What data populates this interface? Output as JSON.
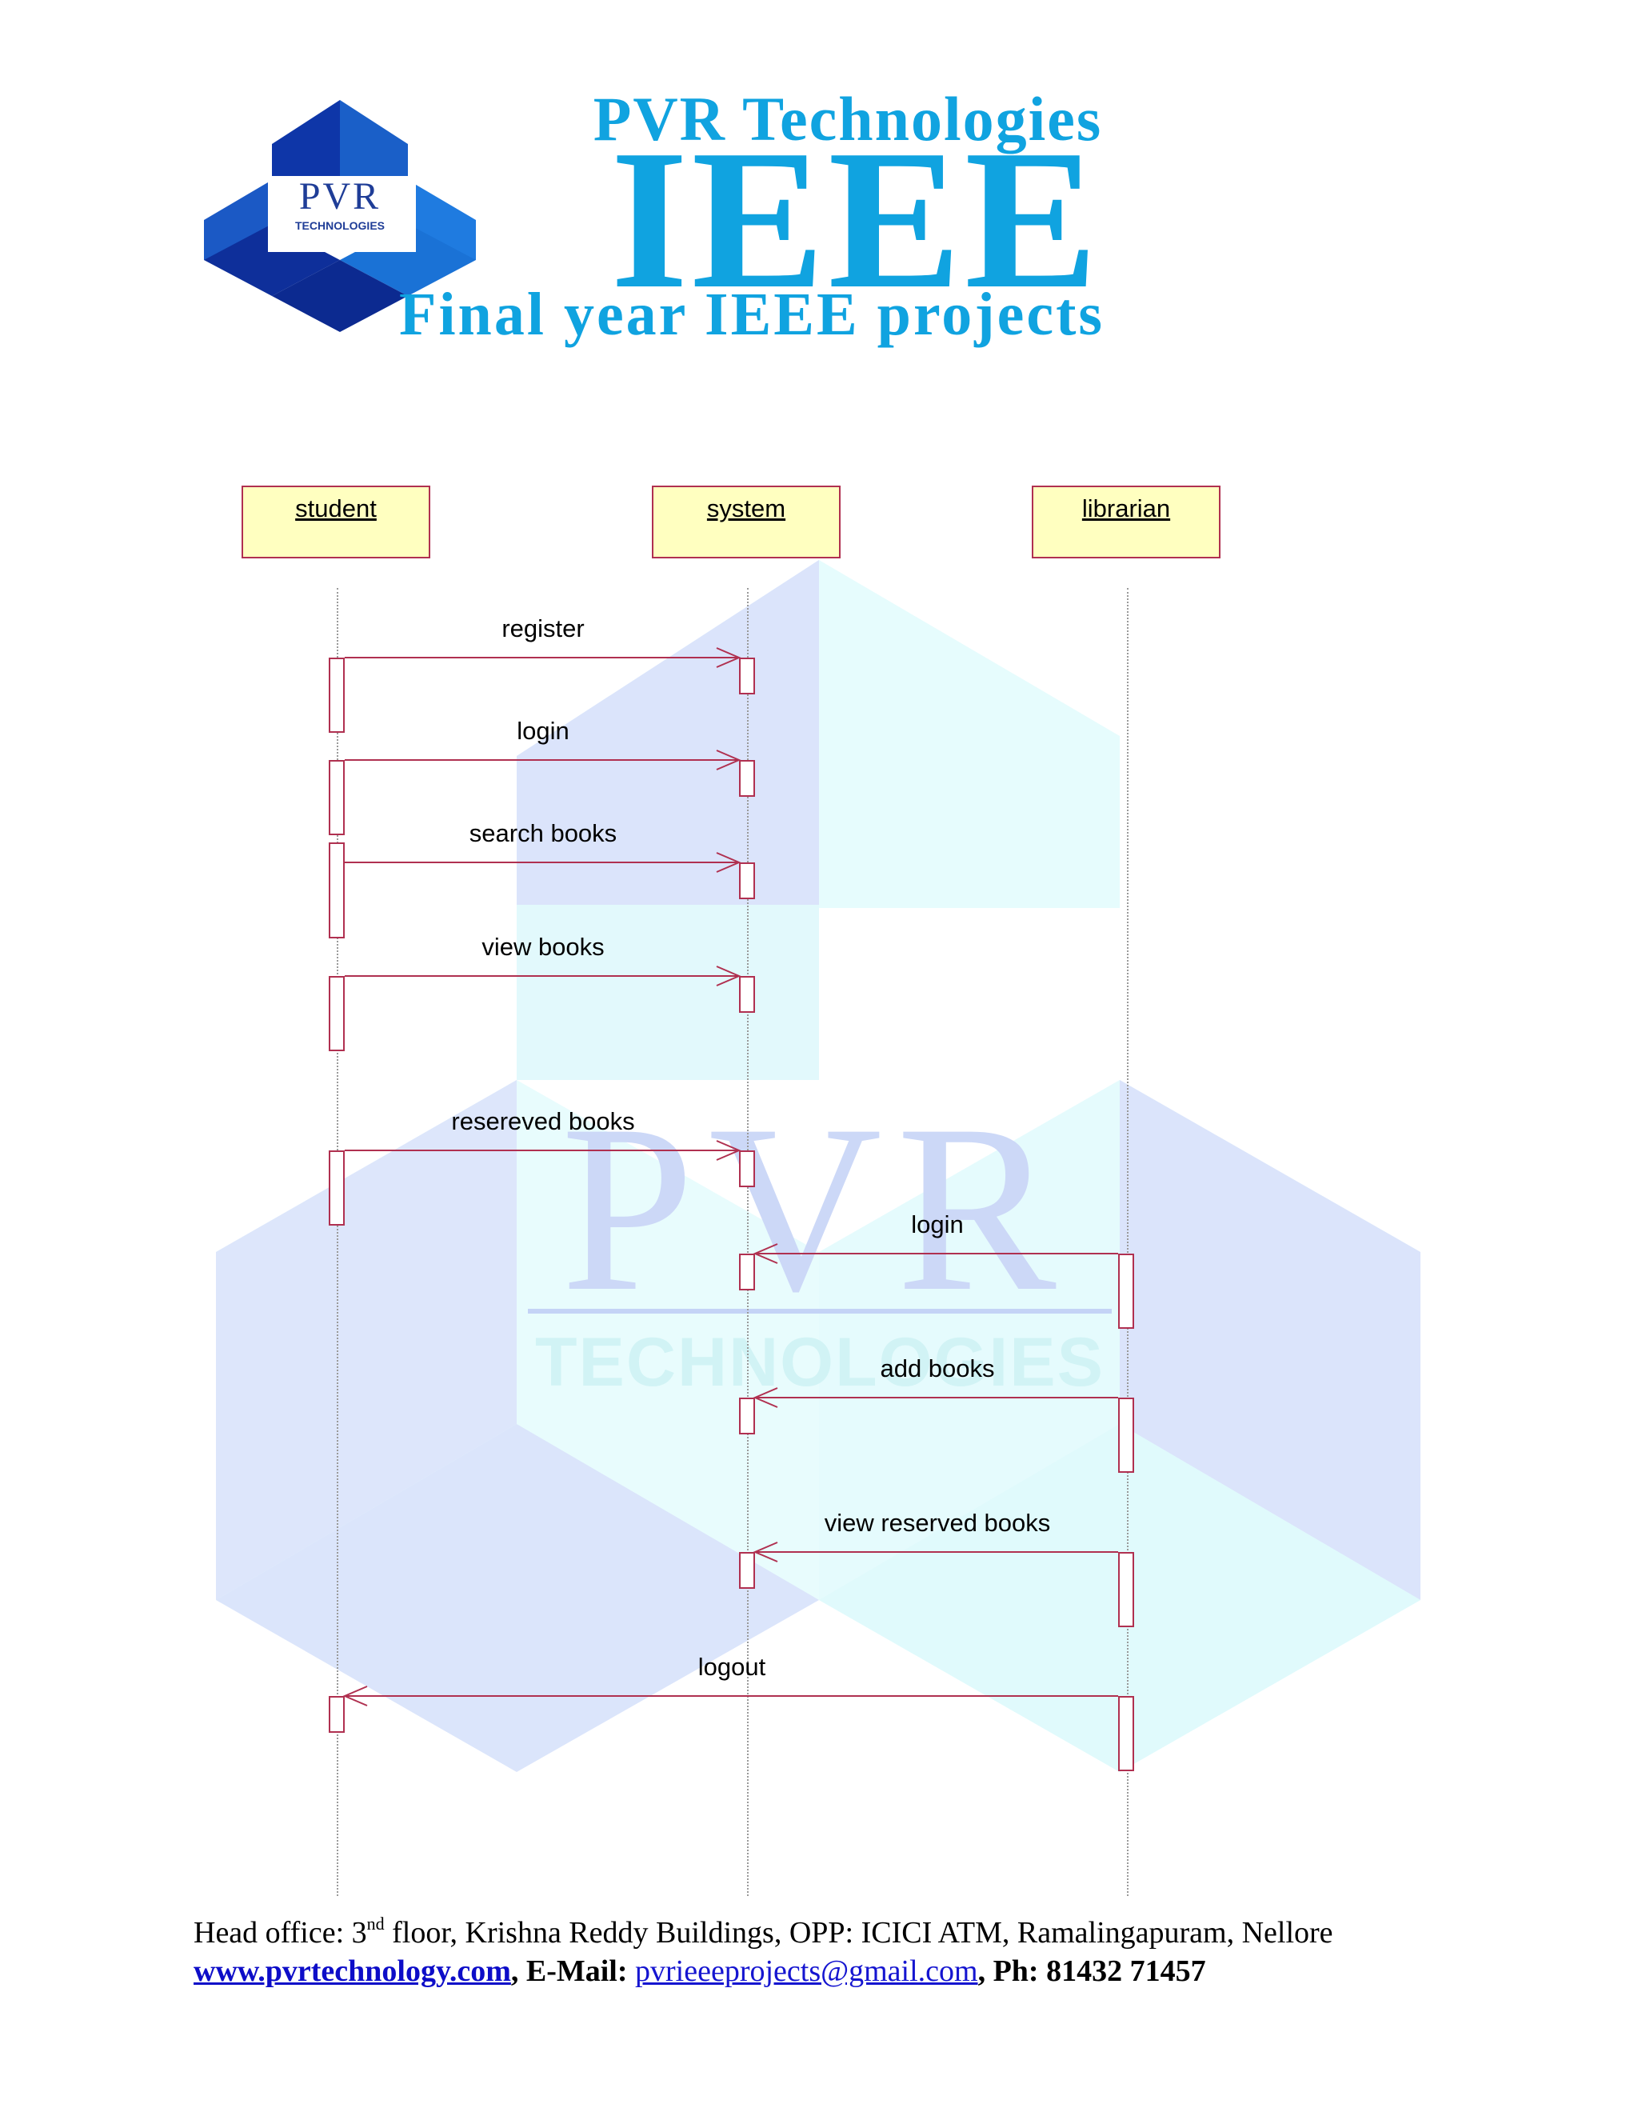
{
  "header": {
    "logo_word": "PVR",
    "logo_sub": "TECHNOLOGIES",
    "brand_top": "PVR Technologies",
    "brand_big": "IEEE",
    "brand_bottom": "Final year IEEE projects"
  },
  "watermark": {
    "word": "PVR",
    "sub": "TECHNOLOGIES"
  },
  "diagram": {
    "lifelines": [
      "student",
      "system",
      "librarian"
    ],
    "messages": [
      {
        "from": "student",
        "to": "system",
        "label": "register"
      },
      {
        "from": "student",
        "to": "system",
        "label": "login"
      },
      {
        "from": "student",
        "to": "system",
        "label": "search books"
      },
      {
        "from": "student",
        "to": "system",
        "label": "view books"
      },
      {
        "from": "student",
        "to": "system",
        "label": "resereved books"
      },
      {
        "from": "librarian",
        "to": "system",
        "label": "login"
      },
      {
        "from": "librarian",
        "to": "system",
        "label": "add books"
      },
      {
        "from": "librarian",
        "to": "system",
        "label": "view reserved books"
      },
      {
        "from": "librarian",
        "to": "student",
        "label": "logout"
      }
    ]
  },
  "footer": {
    "head_office_prefix": "Head office: 3",
    "head_office_sup": "nd",
    "head_office_rest": " floor, Krishna Reddy Buildings, OPP: ICICI ATM, Ramalingapuram, Nellore",
    "website": "www.pvrtechnology.com",
    "email_label": ", E-Mail: ",
    "email": "pvrieeeprojects@gmail.com",
    "phone_label": ", Ph:  ",
    "phone": "81432 71457"
  },
  "colors": {
    "brand_blue": "#10a3e0",
    "logo_dark_blue": "#1f3d97",
    "lifeline_fill": "#ffffc0",
    "line_color": "#b03050"
  }
}
